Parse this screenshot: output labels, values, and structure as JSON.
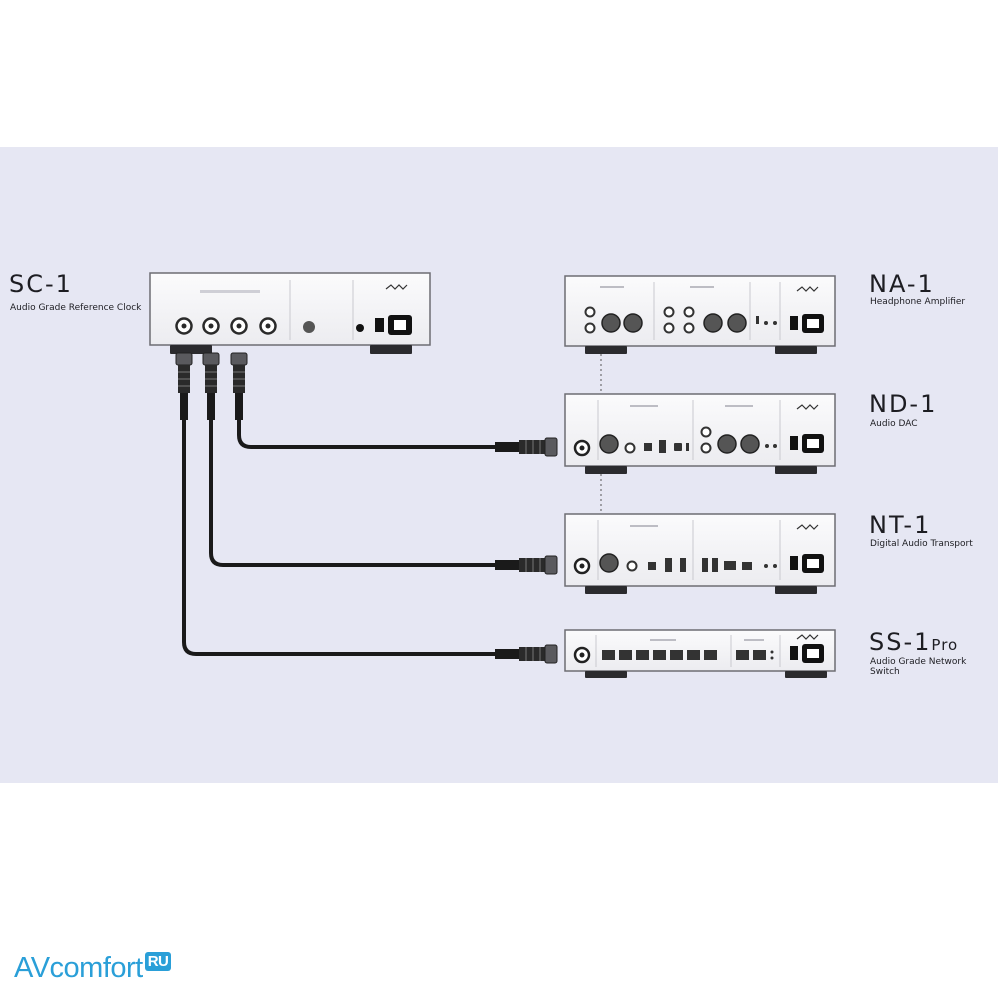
{
  "devices": {
    "sc1": {
      "name": "SC-1",
      "subtitle": "Audio Grade Reference Clock"
    },
    "na1": {
      "name": "NA-1",
      "subtitle": "Headphone Amplifier"
    },
    "nd1": {
      "name": "ND-1",
      "subtitle": "Audio DAC"
    },
    "nt1": {
      "name": "NT-1",
      "subtitle": "Digital Audio Transport"
    },
    "ss1": {
      "name": "SS-1",
      "name_suffix": "Pro",
      "subtitle": "Audio Grade Network Switch"
    }
  },
  "watermark": {
    "text": "AVcomfort",
    "badge": "RU"
  },
  "colors": {
    "background": "#e6e7f3",
    "chassis": "#f7f7f9",
    "feet": "#2b2b2e",
    "cable": "#1a1a1a",
    "watermark": "#2a9fd8"
  }
}
